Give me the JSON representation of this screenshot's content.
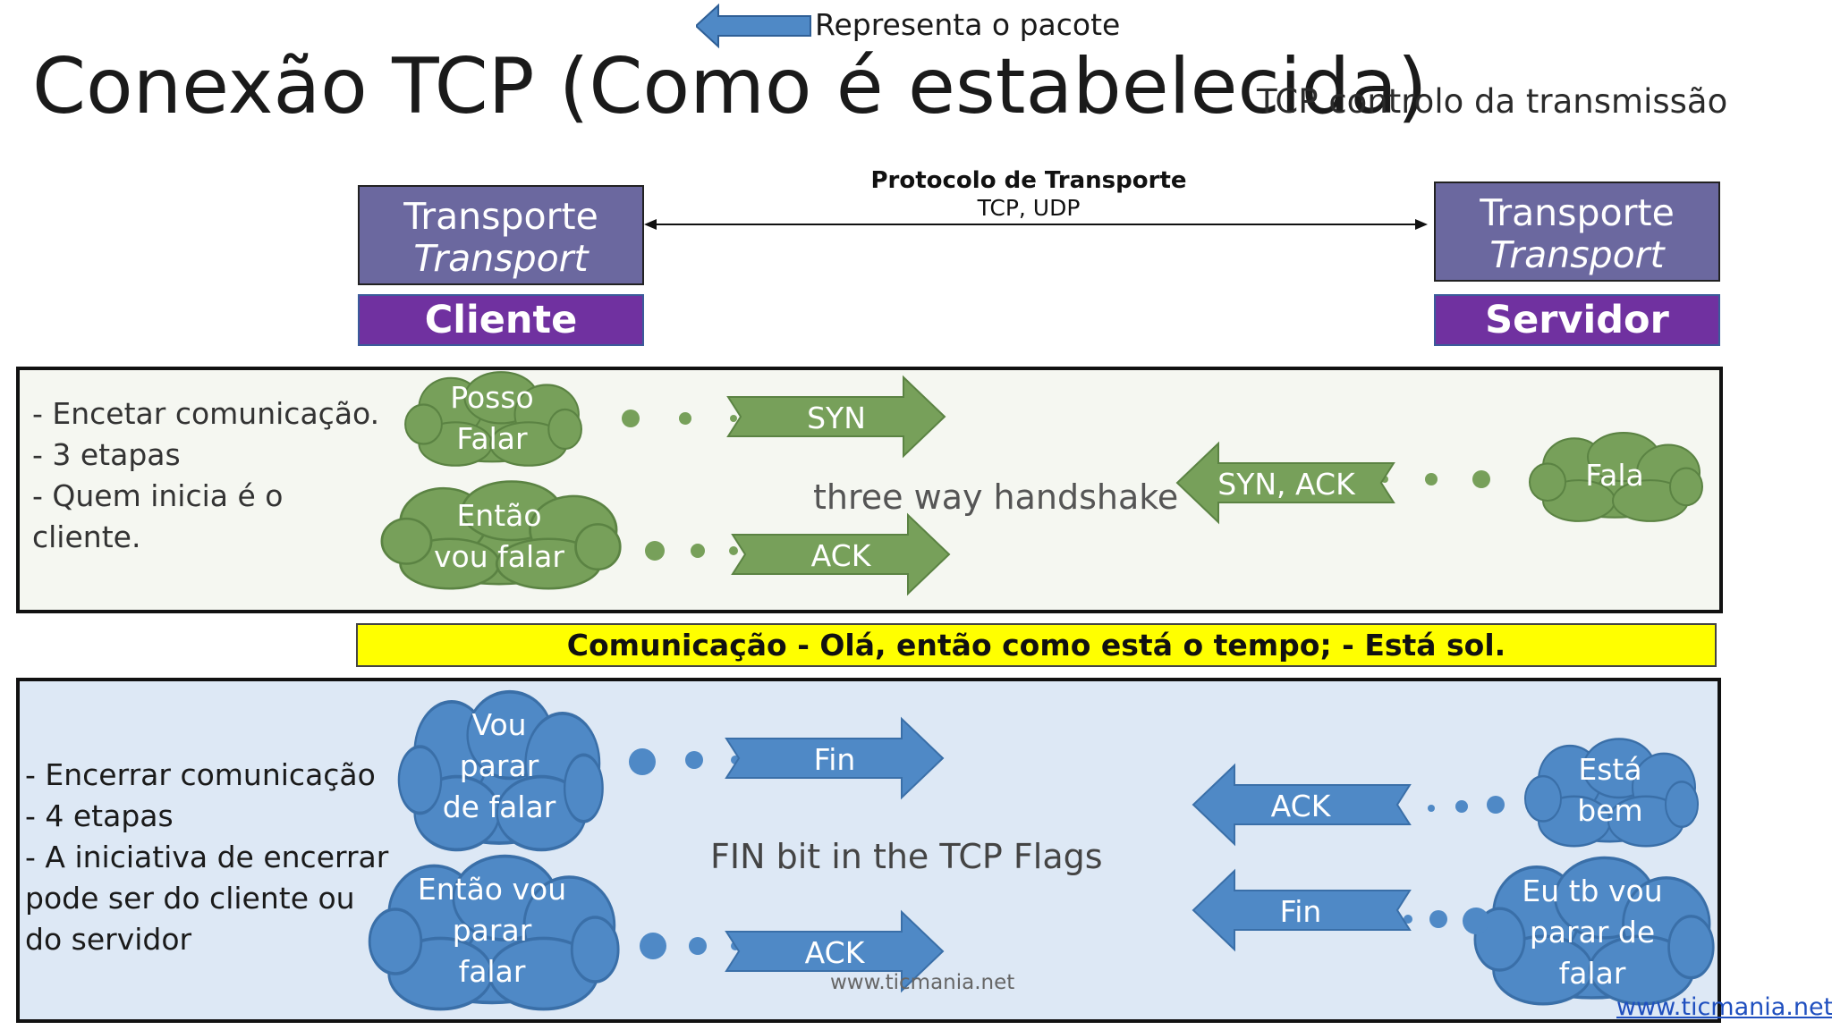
{
  "legend": {
    "text": "Representa o pacote",
    "arrow_color": "#4f89c6"
  },
  "header": {
    "title": "Conexão TCP (Como é estabelecida)",
    "subtitle": "TCP controlo da transmissão"
  },
  "layers": {
    "client": {
      "line1": "Transporte",
      "line2": "Transport",
      "role": "Cliente"
    },
    "server": {
      "line1": "Transporte",
      "line2": "Transport",
      "role": "Servidor"
    },
    "protocol_title": "Protocolo de Transporte",
    "protocol_sub": "TCP, UDP"
  },
  "handshake": {
    "notes": [
      "- Encetar comunicação.",
      "- 3 etapas",
      "- Quem inicia é o",
      "cliente."
    ],
    "caption": "three way handshake",
    "clouds": {
      "c1": [
        "Posso",
        "Falar"
      ],
      "c2": [
        "Então",
        "vou falar"
      ],
      "s1": [
        "Fala"
      ]
    },
    "arrows": {
      "syn": "SYN",
      "synack": "SYN, ACK",
      "ack": "ACK"
    },
    "color": "#77a05a"
  },
  "banner": "Comunicação  - Olá, então como está o tempo; - Está sol.",
  "termination": {
    "notes": [
      "- Encerrar comunicação",
      "- 4 etapas",
      "- A iniciativa de encerrar",
      "pode ser do cliente ou",
      "do servidor"
    ],
    "caption": "FIN bit in the TCP Flags",
    "clouds": {
      "c1": [
        "Vou",
        "parar",
        "de falar"
      ],
      "c2": [
        "Então vou",
        "parar",
        "falar"
      ],
      "s1": [
        "Está",
        "bem"
      ],
      "s2": [
        "Eu tb vou",
        "parar de",
        "falar"
      ]
    },
    "arrows": {
      "fin1": "Fin",
      "ack1": "ACK",
      "fin2": "Fin",
      "ack2": "ACK"
    },
    "color": "#4f89c6"
  },
  "watermarks": {
    "center": "www.ticmania.net",
    "corner": "www.ticmania.net"
  }
}
